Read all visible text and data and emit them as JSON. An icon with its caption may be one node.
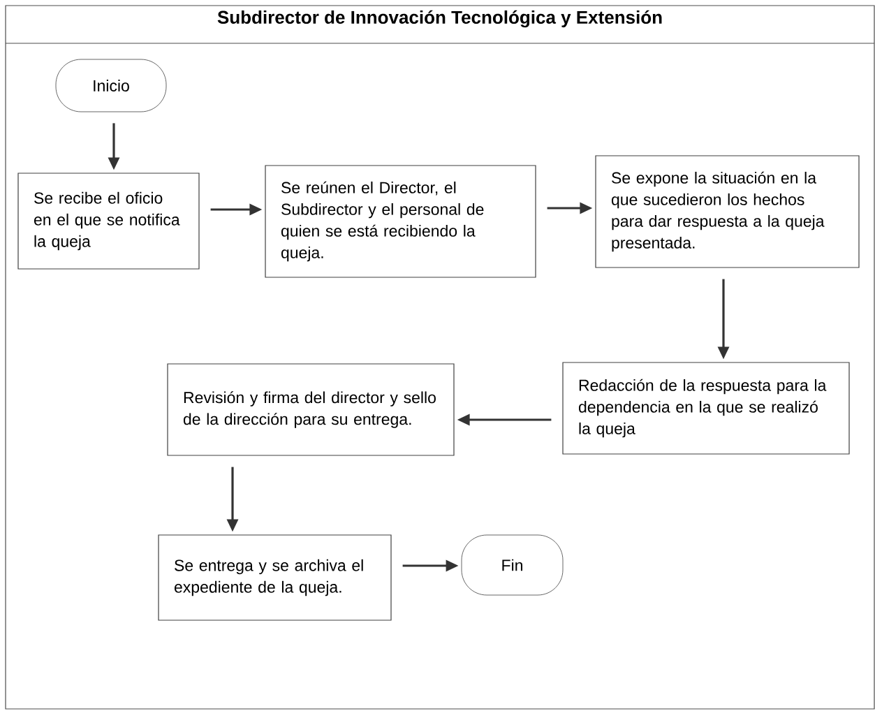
{
  "diagram": {
    "title": "Subdirector de Innovación Tecnológica y Extensión",
    "nodes": [
      {
        "text": [
          "Inicio"
        ]
      },
      {
        "text": [
          "Se recibe el oficio en el que se notifica la queja"
        ]
      },
      {
        "text": [
          "Se reúnen el Director, el Subdirector y el personal de quien se está recibiendo la queja."
        ]
      },
      {
        "text": [
          "Se expone la situación en la que sucedieron los hechos para dar respuesta a la queja presentada."
        ]
      },
      {
        "text": [
          "Redacción de la respuesta para la dependencia en la que se realizó la queja"
        ]
      },
      {
        "text": [
          "Revisión y firma del director y sello de la dirección para su entrega."
        ]
      },
      {
        "text": [
          "Se entrega y se archiva el expediente de la queja."
        ]
      },
      {
        "text": [
          "Fin"
        ]
      }
    ],
    "edges": [
      {
        "from": 0,
        "to": 1,
        "arrow": "to"
      },
      {
        "from": 1,
        "to": 2,
        "arrow": "to"
      },
      {
        "from": 2,
        "to": 3,
        "arrow": "to"
      },
      {
        "from": 3,
        "to": 4,
        "arrow": "to"
      },
      {
        "from": 4,
        "to": 5,
        "arrow": "to"
      },
      {
        "from": 5,
        "to": 6,
        "arrow": "to"
      },
      {
        "from": 6,
        "to": 7,
        "arrow": "to"
      }
    ]
  }
}
